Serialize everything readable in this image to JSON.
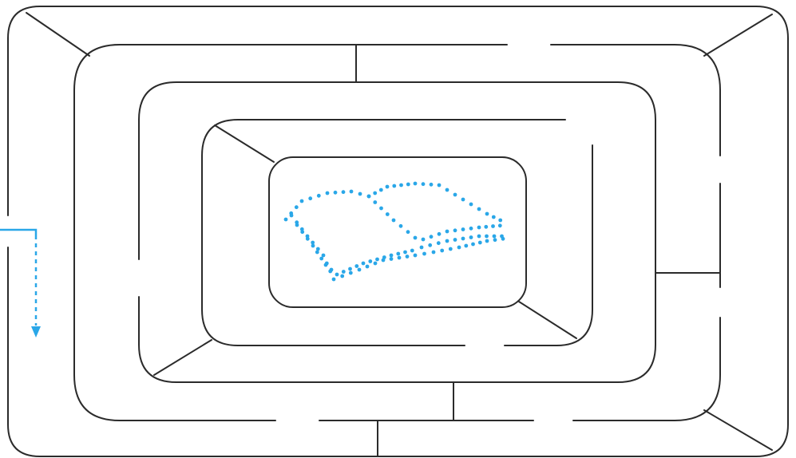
{
  "puzzle": {
    "type": "maze",
    "goal_icon": "open-book-icon",
    "accent_color": "#2aa7e8",
    "wall_color": "#2b2b2b",
    "background_color": "#ffffff",
    "rings": 5,
    "entry_side": "left",
    "entry_arrow_direction": "down"
  }
}
